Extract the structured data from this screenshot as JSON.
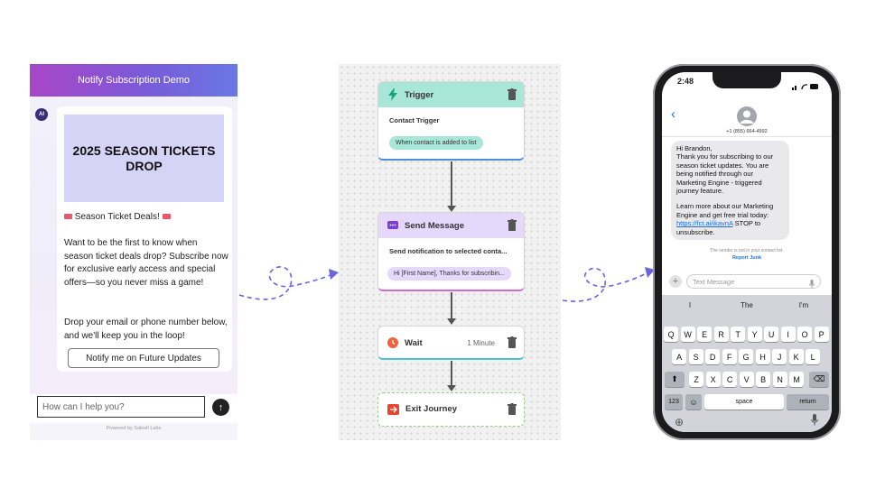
{
  "chat": {
    "header_title": "Notify Subscription Demo",
    "avatar_label": "AI",
    "hero_line1": "2025 SEASON TICKETS",
    "hero_line2": "DROP",
    "deals_heading": "Season Ticket Deals!",
    "paragraph1": "Want to be the first to know when season ticket deals drop? Subscribe now for exclusive early access and special offers—so you never miss a game!",
    "paragraph2": "Drop your email or phone number below, and we'll keep you in the loop!",
    "notify_button": "Notify me on Future Updates",
    "input_placeholder": "How can I help you?",
    "powered_by": "Powered by Salesfi Labs"
  },
  "flow": {
    "trigger": {
      "title": "Trigger",
      "subtitle": "Contact Trigger",
      "pill": "When contact is added to list",
      "color": "#a8e6d8"
    },
    "send_message": {
      "title": "Send Message",
      "subtitle": "Send notification to selected conta...",
      "pill": "Hi [First Name], Thanks for subscribin...",
      "color": "#e6d8fb"
    },
    "wait": {
      "title": "Wait",
      "duration": "1 Minute"
    },
    "exit": {
      "title": "Exit Journey"
    }
  },
  "phone": {
    "time": "2:48",
    "contact_number": "+1 (855) 664-4992",
    "message_greeting": "Hi Brandon,",
    "message_body1": "Thank you for subscribing to our season ticket updates. You are being notified through our Marketing Engine - triggered journey feature.",
    "message_body2_pre": "Learn more about our Marketing Engine and get free trial today: ",
    "message_link": "https://fct.ai/ikavnA",
    "message_body2_post": " STOP to unsubscribe.",
    "sender_notice": "The sender is not in your contact list.",
    "report_junk": "Report Junk",
    "text_placeholder": "Text Message",
    "suggestions": [
      "I",
      "The",
      "I'm"
    ],
    "keyboard": {
      "row1": [
        "Q",
        "W",
        "E",
        "R",
        "T",
        "Y",
        "U",
        "I",
        "O",
        "P"
      ],
      "row2": [
        "A",
        "S",
        "D",
        "F",
        "G",
        "H",
        "J",
        "K",
        "L"
      ],
      "row3": [
        "Z",
        "X",
        "C",
        "V",
        "B",
        "N",
        "M"
      ],
      "numbers_key": "123",
      "space_key": "space",
      "return_key": "return"
    }
  }
}
